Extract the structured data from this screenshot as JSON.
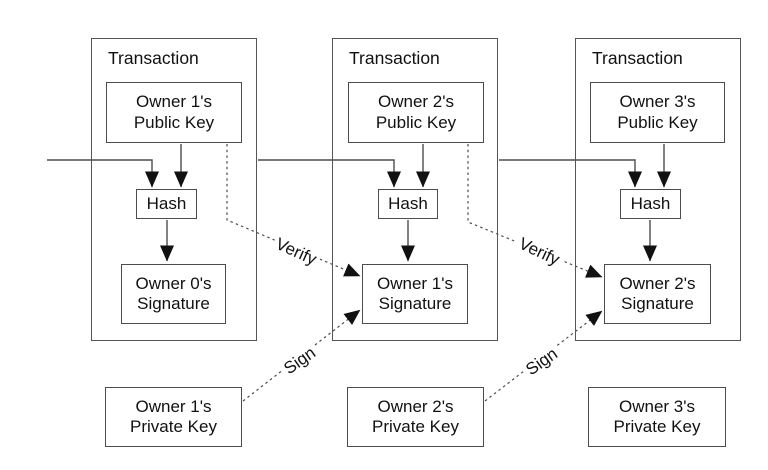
{
  "transactions": [
    {
      "title": "Transaction",
      "public_key_line1": "Owner 1's",
      "public_key_line2": "Public Key",
      "hash_label": "Hash",
      "signature_line1": "Owner 0's",
      "signature_line2": "Signature"
    },
    {
      "title": "Transaction",
      "public_key_line1": "Owner 2's",
      "public_key_line2": "Public Key",
      "hash_label": "Hash",
      "signature_line1": "Owner 1's",
      "signature_line2": "Signature"
    },
    {
      "title": "Transaction",
      "public_key_line1": "Owner 3's",
      "public_key_line2": "Public Key",
      "hash_label": "Hash",
      "signature_line1": "Owner 2's",
      "signature_line2": "Signature"
    }
  ],
  "private_keys": [
    {
      "line1": "Owner 1's",
      "line2": "Private Key"
    },
    {
      "line1": "Owner 2's",
      "line2": "Private Key"
    },
    {
      "line1": "Owner 3's",
      "line2": "Private Key"
    }
  ],
  "arrow_labels": {
    "verify": "Verify",
    "sign": "Sign"
  },
  "colors": {
    "background": "#ffffff",
    "box_border": "#4c4c4c",
    "line": "#4d4d4d",
    "arrowhead": "#111111",
    "text": "#111111"
  }
}
